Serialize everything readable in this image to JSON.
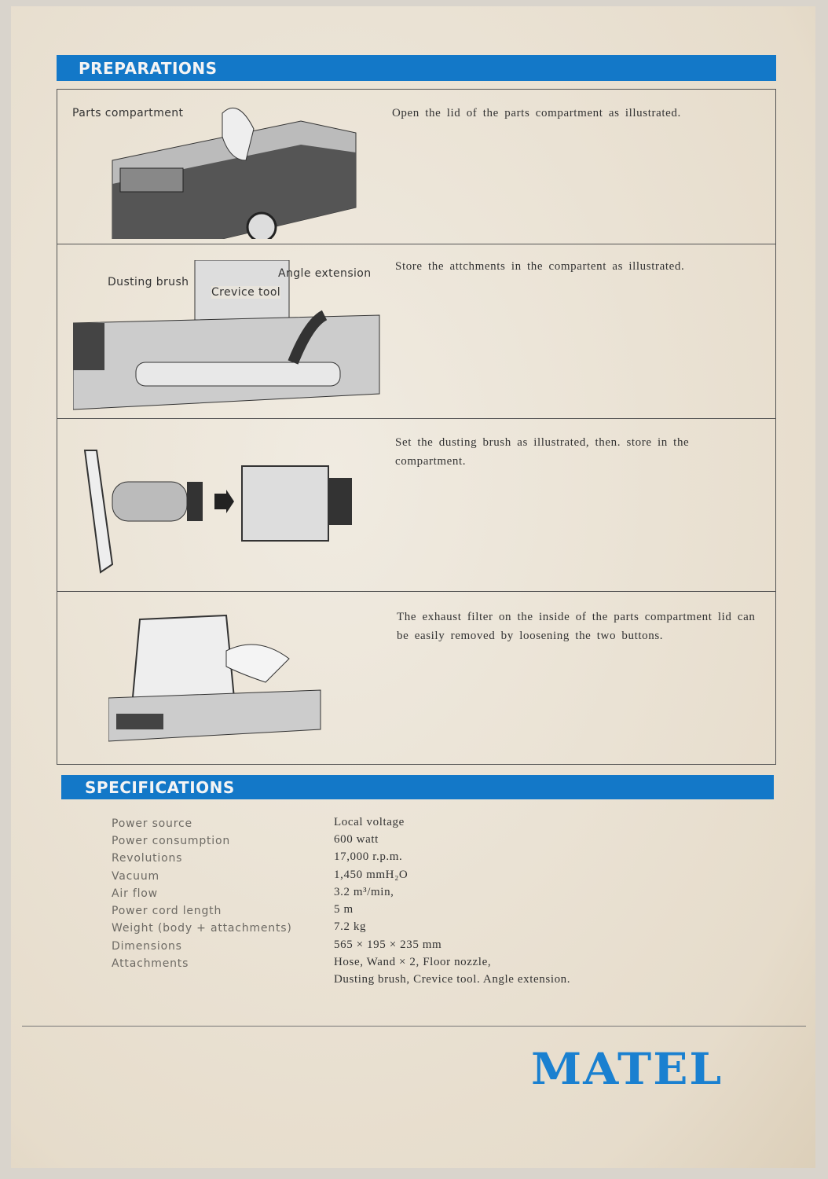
{
  "preparations": {
    "title": "PREPARATIONS",
    "steps": [
      {
        "labels": [
          "Parts compartment"
        ],
        "text": "Open the lid of the parts compartment as illustrated."
      },
      {
        "labels": [
          "Dusting brush",
          "Crevice tool",
          "Angle extension"
        ],
        "text": "Store the attchments in the compartent as illustrated."
      },
      {
        "labels": [],
        "text": "Set the dusting brush as illustrated, then. store in the compartment."
      },
      {
        "labels": [],
        "text": "The exhaust filter on the inside of the parts compartment lid can be easily removed by loosening the two buttons."
      }
    ]
  },
  "specifications": {
    "title": "SPECIFICATIONS",
    "rows": [
      {
        "label": "Power source",
        "value": "Local voltage"
      },
      {
        "label": "Power consumption",
        "value": "600 watt"
      },
      {
        "label": "Revolutions",
        "value": "17,000 r.p.m."
      },
      {
        "label": "Vacuum",
        "value": "1,450 mmH₂O"
      },
      {
        "label": "Air flow",
        "value": "3.2 m³/min,"
      },
      {
        "label": "Power cord length",
        "value": "5 m"
      },
      {
        "label": "Weight (body + attachments)",
        "value": "7.2 kg"
      },
      {
        "label": "Dimensions",
        "value": "565 × 195 × 235 mm"
      },
      {
        "label": "Attachments",
        "value": "Hose, Wand × 2, Floor nozzle,"
      },
      {
        "label": "",
        "value": "Dusting brush, Crevice tool. Angle extension."
      }
    ]
  },
  "brand": "MATEL"
}
